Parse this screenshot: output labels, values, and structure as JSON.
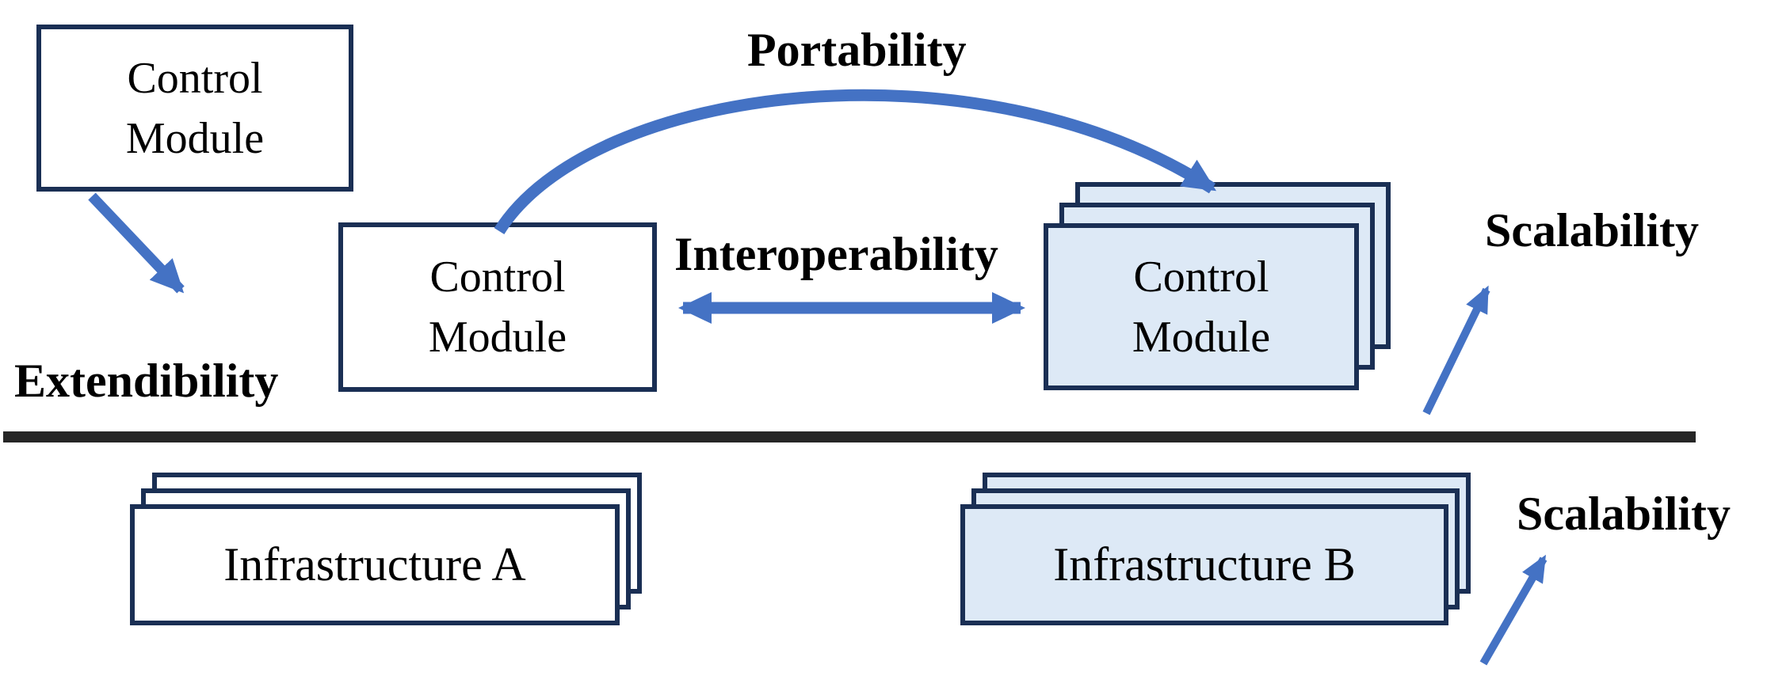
{
  "boxes": {
    "control_module": {
      "line1": "Control",
      "line2": "Module"
    },
    "infrastructure_a": {
      "label": "Infrastructure A"
    },
    "infrastructure_b": {
      "label": "Infrastructure B"
    }
  },
  "labels": {
    "extendibility": "Extendibility",
    "portability": "Portability",
    "interoperability": "Interoperability",
    "scalability_top": "Scalability",
    "scalability_bottom": "Scalability"
  },
  "colors": {
    "arrow_blue": "#4472C4",
    "border_navy": "#1A2F54",
    "box_fill_blue": "#DDE9F6",
    "box_fill_white": "#FFFFFF",
    "divider_dark": "#262626",
    "text_black": "#000000"
  }
}
